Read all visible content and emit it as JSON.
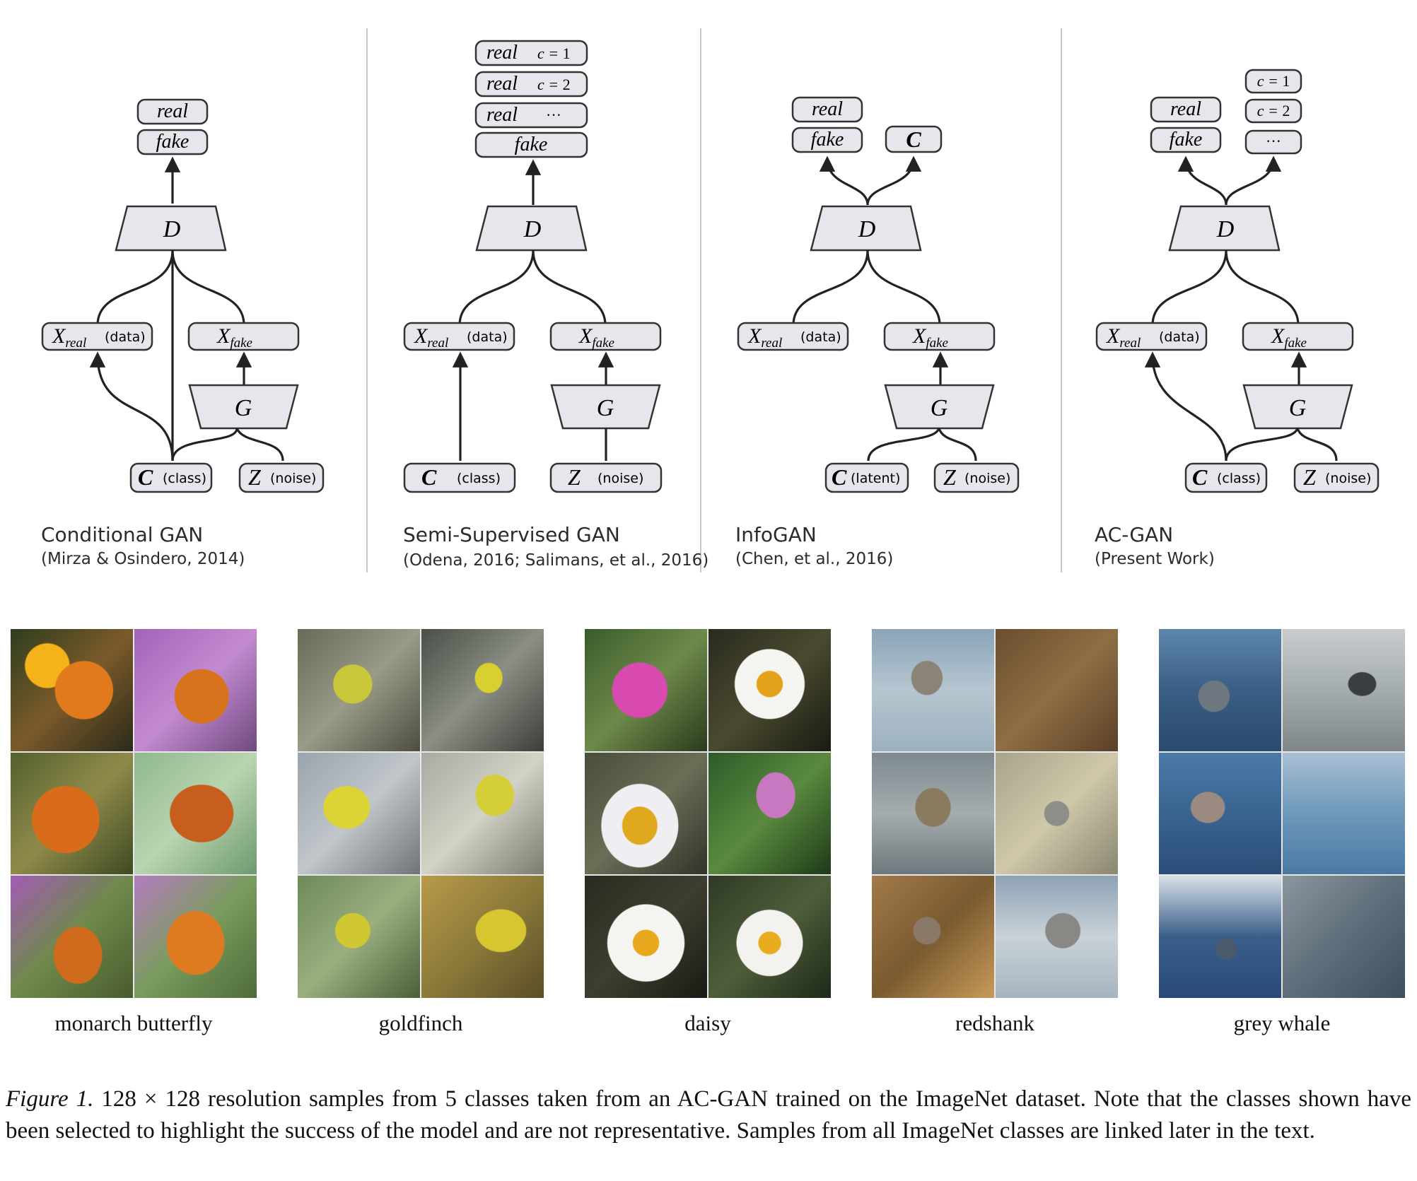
{
  "panels": [
    {
      "title": "Conditional GAN",
      "citation": "(Mirza & Osindero, 2014)"
    },
    {
      "title": "Semi-Supervised GAN",
      "citation": "(Odena, 2016;  Salimans, et al., 2016)"
    },
    {
      "title": "InfoGAN",
      "citation": "(Chen, et al., 2016)"
    },
    {
      "title": "AC-GAN",
      "citation": "(Present Work)"
    }
  ],
  "diagram": {
    "d": "D",
    "g": "G",
    "real": "real",
    "fake": "fake",
    "x": "X",
    "sub_real": "real",
    "sub_fake": "fake",
    "data": "(data)",
    "c": "C",
    "z": "Z",
    "class": "(class)",
    "latent": "(latent)",
    "noise": "(noise)",
    "c_eq": "c = ",
    "one": "1",
    "two": "2",
    "dots": "···"
  },
  "classes": [
    "monarch butterfly",
    "goldfinch",
    "daisy",
    "redshank",
    "grey whale"
  ],
  "caption": {
    "figure_label": "Figure 1.",
    "text": " 128 × 128 resolution samples from 5 classes taken from an AC-GAN trained on the ImageNet dataset. Note that the classes shown have been selected to highlight the success of the model and are not representative. Samples from all ImageNet classes are linked later in the text."
  }
}
